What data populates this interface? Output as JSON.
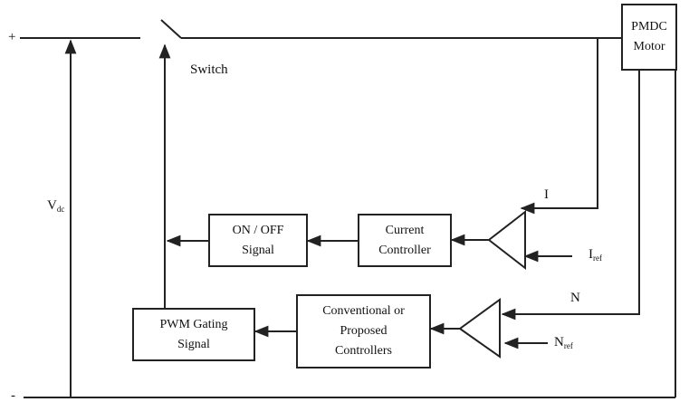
{
  "terminals": {
    "plus": "+",
    "minus": "-"
  },
  "switch": {
    "label": "Switch"
  },
  "supply": {
    "symbol": "V",
    "subscript": "dc"
  },
  "motor": {
    "line1": "PMDC",
    "line2": "Motor"
  },
  "onoff": {
    "line1": "ON / OFF",
    "line2": "Signal"
  },
  "current_controller": {
    "line1": "Current",
    "line2": "Controller"
  },
  "pwm": {
    "line1": "PWM Gating",
    "line2": "Signal"
  },
  "speed_controller": {
    "line1": "Conventional or",
    "line2": "Proposed",
    "line3": "Controllers"
  },
  "signals": {
    "current": "I",
    "current_ref": {
      "symbol": "I",
      "subscript": "ref"
    },
    "speed": "N",
    "speed_ref": {
      "symbol": "N",
      "subscript": "ref"
    }
  },
  "colors": {
    "line": "#222222",
    "background": "#ffffff"
  }
}
